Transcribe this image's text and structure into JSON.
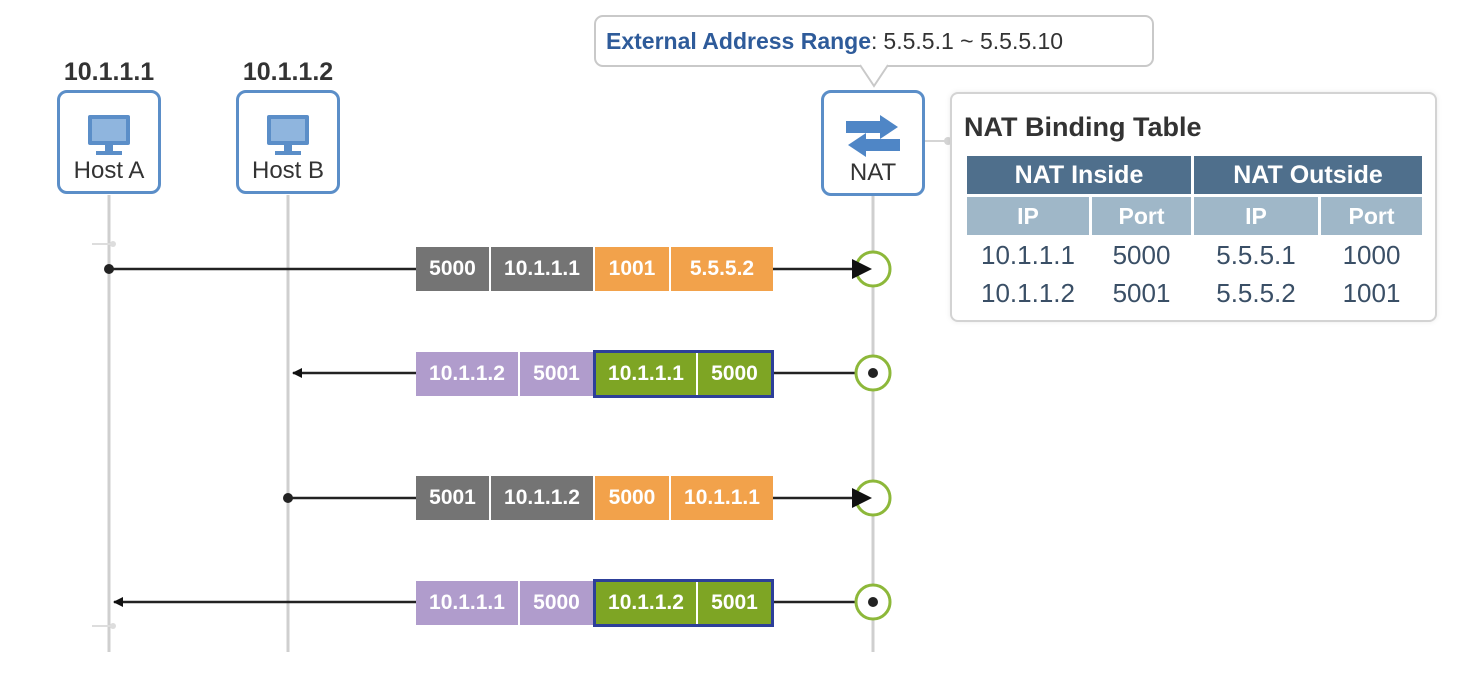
{
  "hosts": [
    {
      "ip": "10.1.1.1",
      "label": "Host A",
      "icon": "computer-monitor-icon"
    },
    {
      "ip": "10.1.1.2",
      "label": "Host B",
      "icon": "computer-monitor-icon"
    }
  ],
  "nat": {
    "label": "NAT",
    "icon": "bidirectional-arrows-icon"
  },
  "external_range": {
    "title": "External Address Range",
    "separator": " :",
    "value": "5.5.5.1 ~ 5.5.5.10"
  },
  "binding_table": {
    "title": "NAT Binding Table",
    "groups": [
      "NAT Inside",
      "NAT Outside"
    ],
    "columns": [
      "IP",
      "Port",
      "IP",
      "Port"
    ],
    "rows": [
      [
        "10.1.1.1",
        "5000",
        "5.5.5.1",
        "1000"
      ],
      [
        "10.1.1.2",
        "5001",
        "5.5.5.2",
        "1001"
      ]
    ]
  },
  "packets": [
    {
      "fields": [
        "5000",
        "10.1.1.1",
        "1001",
        "5.5.5.2"
      ]
    },
    {
      "fields": [
        "10.1.1.2",
        "5001",
        "10.1.1.1",
        "5000"
      ]
    },
    {
      "fields": [
        "5001",
        "10.1.1.2",
        "5000",
        "10.1.1.1"
      ]
    },
    {
      "fields": [
        "10.1.1.1",
        "5000",
        "10.1.1.2",
        "5001"
      ]
    }
  ],
  "colors": {
    "src_field": "#747474",
    "dst_field": "#f2a24b",
    "reply_field": "#b09ccc",
    "highlight_field": "#7ea524",
    "accent": "#5b8ec8",
    "nat_ring": "#8db83a"
  }
}
